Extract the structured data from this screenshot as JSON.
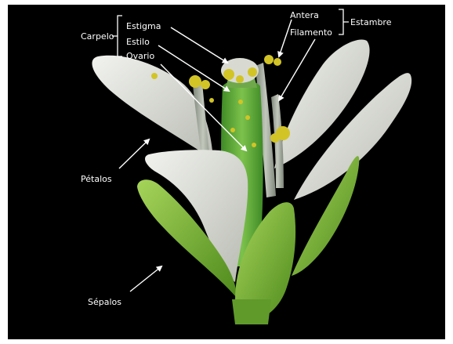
{
  "labels": {
    "carpelo": "Carpelo",
    "estigma": "Estigma",
    "estilo": "Estilo",
    "ovario": "Ovario",
    "antera": "Antera",
    "filamento": "Filamento",
    "estambre": "Estambre",
    "petalos": "Pétalos",
    "sepalos": "Sépalos"
  },
  "colors": {
    "background": "#000000",
    "petal": "#e6e8e2",
    "sepal": "#7ab62e",
    "ovary": "#5aa33a",
    "pollen": "#d2c426",
    "label_text": "#ffffff"
  }
}
